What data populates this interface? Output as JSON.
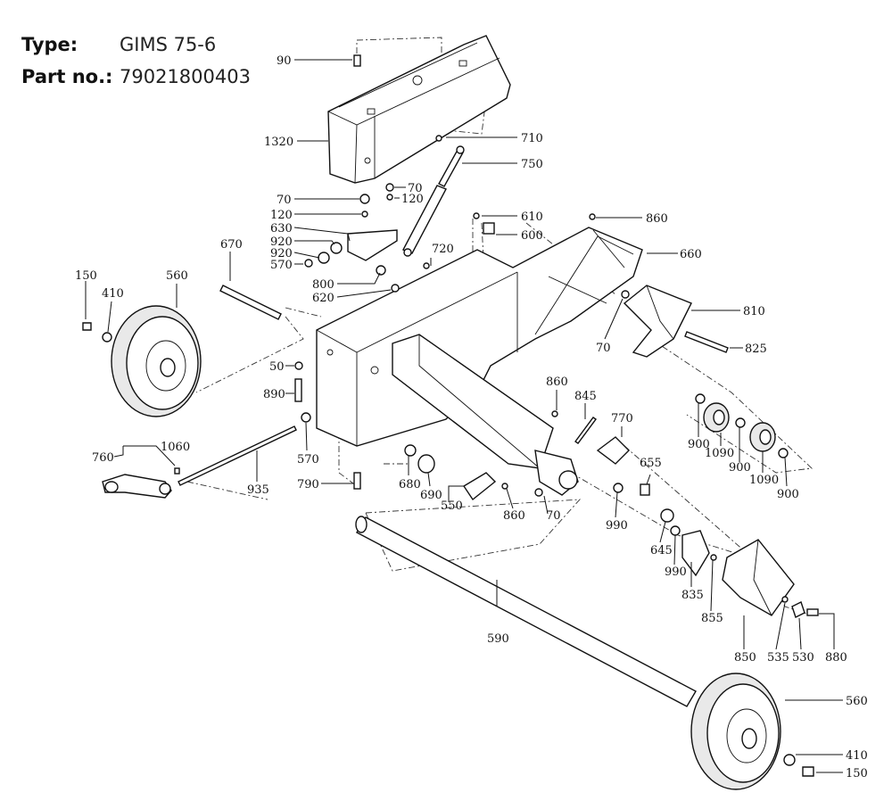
{
  "header": {
    "type_label": "Type:",
    "type_value": "GIMS 75-6",
    "part_label": "Part no.:",
    "part_value": "79021800403"
  },
  "callouts": [
    {
      "id": "c90a",
      "text": "90"
    },
    {
      "id": "c1320",
      "text": "1320"
    },
    {
      "id": "c710",
      "text": "710"
    },
    {
      "id": "c750",
      "text": "750"
    },
    {
      "id": "c70a",
      "text": "70"
    },
    {
      "id": "c120a",
      "text": "120"
    },
    {
      "id": "c70b",
      "text": "70"
    },
    {
      "id": "c120b",
      "text": "120"
    },
    {
      "id": "c610",
      "text": "610"
    },
    {
      "id": "c860a",
      "text": "860"
    },
    {
      "id": "c630",
      "text": "630"
    },
    {
      "id": "c600",
      "text": "600"
    },
    {
      "id": "c920a",
      "text": "920"
    },
    {
      "id": "c920b",
      "text": "920"
    },
    {
      "id": "c720",
      "text": "720"
    },
    {
      "id": "c570a",
      "text": "570"
    },
    {
      "id": "c660",
      "text": "660"
    },
    {
      "id": "c670",
      "text": "670"
    },
    {
      "id": "c800",
      "text": "800"
    },
    {
      "id": "c620",
      "text": "620"
    },
    {
      "id": "c150a",
      "text": "150"
    },
    {
      "id": "c410a",
      "text": "410"
    },
    {
      "id": "c560a",
      "text": "560"
    },
    {
      "id": "c810",
      "text": "810"
    },
    {
      "id": "c70c",
      "text": "70"
    },
    {
      "id": "c825",
      "text": "825"
    },
    {
      "id": "c50",
      "text": "50"
    },
    {
      "id": "c890",
      "text": "890"
    },
    {
      "id": "c860b",
      "text": "860"
    },
    {
      "id": "c845",
      "text": "845"
    },
    {
      "id": "c770",
      "text": "770"
    },
    {
      "id": "c900a",
      "text": "900"
    },
    {
      "id": "c1090a",
      "text": "1090"
    },
    {
      "id": "c900b",
      "text": "900"
    },
    {
      "id": "c1090b",
      "text": "1090"
    },
    {
      "id": "c900c",
      "text": "900"
    },
    {
      "id": "c1060",
      "text": "1060"
    },
    {
      "id": "c760",
      "text": "760"
    },
    {
      "id": "c570b",
      "text": "570"
    },
    {
      "id": "c935",
      "text": "935"
    },
    {
      "id": "c680",
      "text": "680"
    },
    {
      "id": "c690",
      "text": "690"
    },
    {
      "id": "c790",
      "text": "790"
    },
    {
      "id": "c550",
      "text": "550"
    },
    {
      "id": "c860c",
      "text": "860"
    },
    {
      "id": "c70d",
      "text": "70"
    },
    {
      "id": "c655",
      "text": "655"
    },
    {
      "id": "c990a",
      "text": "990"
    },
    {
      "id": "c645",
      "text": "645"
    },
    {
      "id": "c990b",
      "text": "990"
    },
    {
      "id": "c835",
      "text": "835"
    },
    {
      "id": "c855",
      "text": "855"
    },
    {
      "id": "c590",
      "text": "590"
    },
    {
      "id": "c850",
      "text": "850"
    },
    {
      "id": "c535",
      "text": "535"
    },
    {
      "id": "c530",
      "text": "530"
    },
    {
      "id": "c880",
      "text": "880"
    },
    {
      "id": "c560b",
      "text": "560"
    },
    {
      "id": "c410b",
      "text": "410"
    },
    {
      "id": "c150b",
      "text": "150"
    }
  ]
}
